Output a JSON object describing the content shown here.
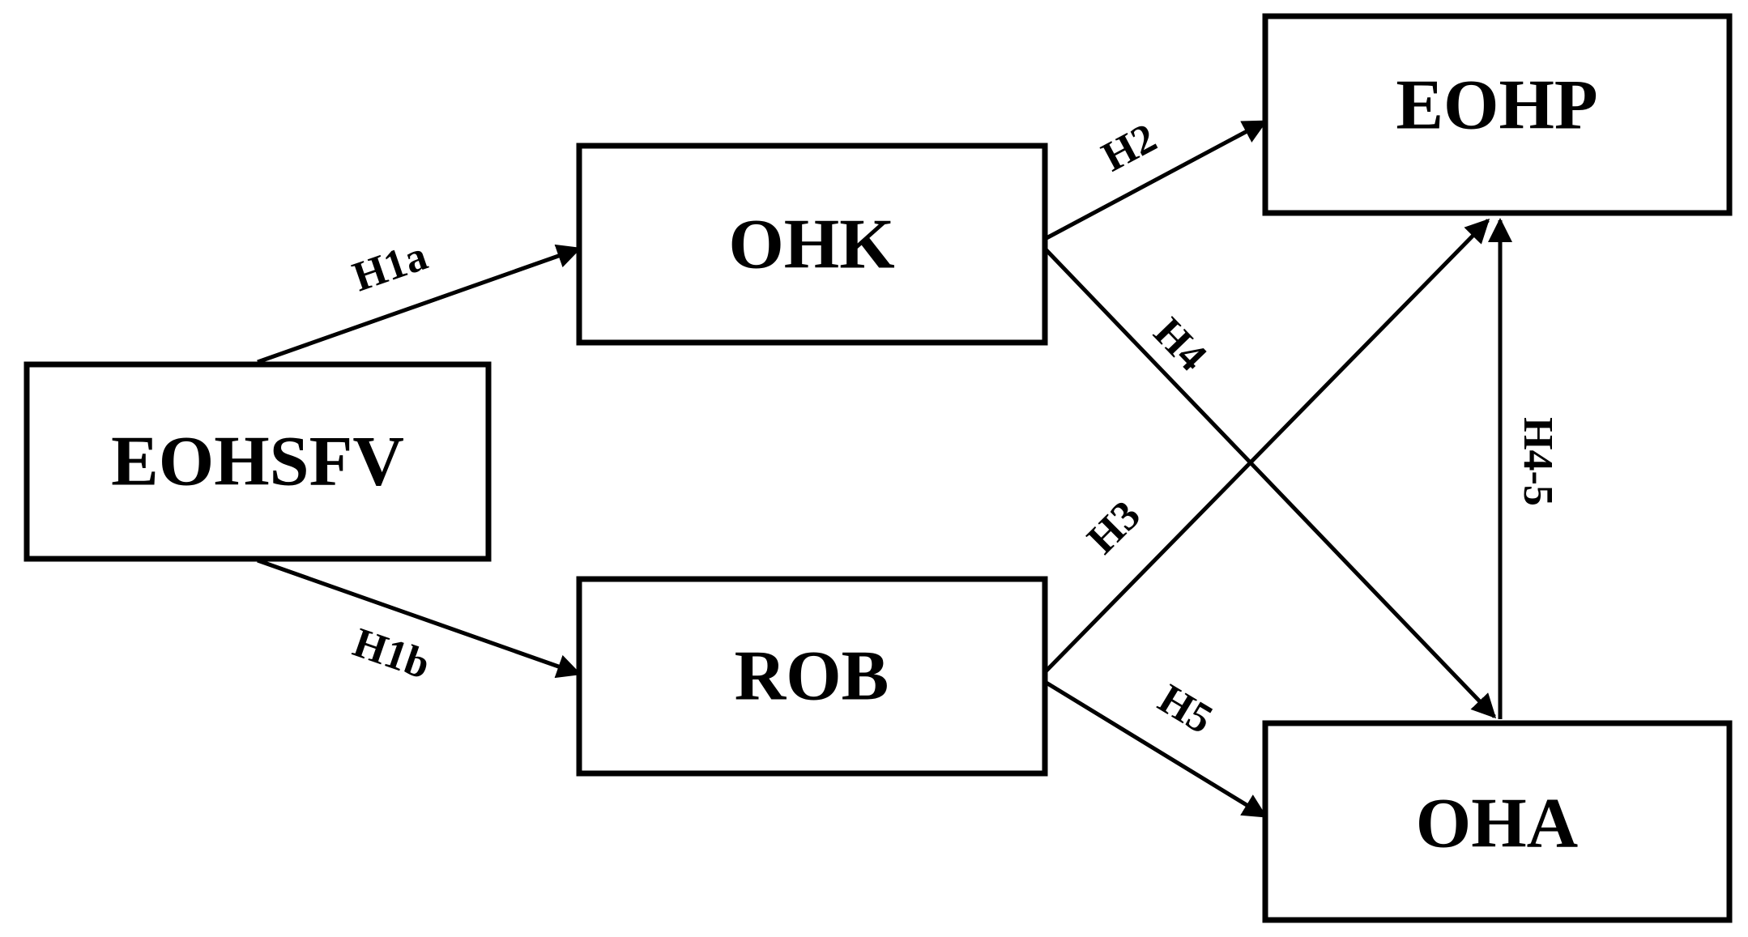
{
  "nodes": {
    "eohsfv": "EOHSFV",
    "ohk": "OHK",
    "rob": "ROB",
    "eohp": "EOHP",
    "oha": "OHA"
  },
  "edges": {
    "h1a": "H1a",
    "h1b": "H1b",
    "h2": "H2",
    "h3": "H3",
    "h4": "H4",
    "h5": "H5",
    "h4_5": "H4-5"
  },
  "colors": {
    "stroke": "#000000",
    "background": "#ffffff"
  }
}
